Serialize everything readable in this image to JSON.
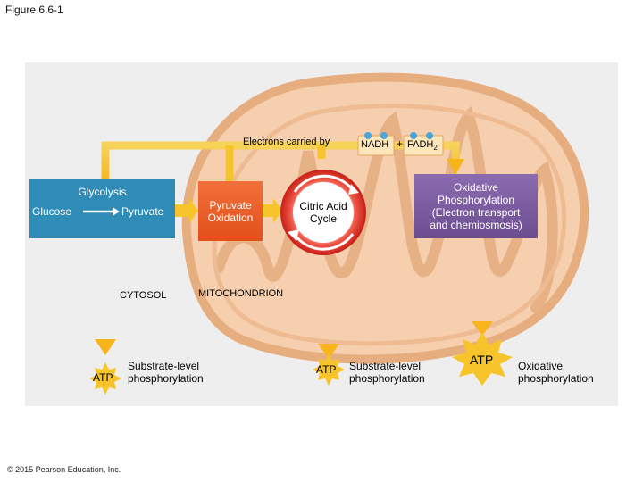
{
  "figure_title": "Figure 6.6-1",
  "copyright": "© 2015 Pearson Education, Inc.",
  "electrons_label": "Electrons carried by",
  "nadh": "NADH",
  "plus": "+",
  "fadh2": "FADH",
  "fadh2_sub": "2",
  "glycolysis": {
    "title": "Glycolysis",
    "from": "Glucose",
    "to": "Pyruvate"
  },
  "pyruvate_oxidation": {
    "line1": "Pyruvate",
    "line2": "Oxidation"
  },
  "citric_acid": {
    "line1": "Citric Acid",
    "line2": "Cycle"
  },
  "oxphos": {
    "line1": "Oxidative",
    "line2": "Phosphorylation",
    "line3": "(Electron transport",
    "line4": "and chemiosmosis)"
  },
  "cytosol": "CYTOSOL",
  "mitochondrion": "MITOCHONDRION",
  "atp": "ATP",
  "substrate_level": {
    "line1": "Substrate-level",
    "line2": "phosphorylation"
  },
  "oxidative_phos": {
    "line1": "Oxidative",
    "line2": "phosphorylation"
  },
  "colors": {
    "background_panel": "#efefef",
    "mito_outer": "#f3c9a6",
    "mito_border": "#e2a673",
    "arrow_yellow": "#f7c52b",
    "glycolysis_blue": "#2e8fb8",
    "pyruvate_orange": "#ee5a24",
    "citric_red": "#e0352a",
    "oxphos_purple": "#7a5b9e",
    "carrier_blue": "#4aa5d8"
  }
}
